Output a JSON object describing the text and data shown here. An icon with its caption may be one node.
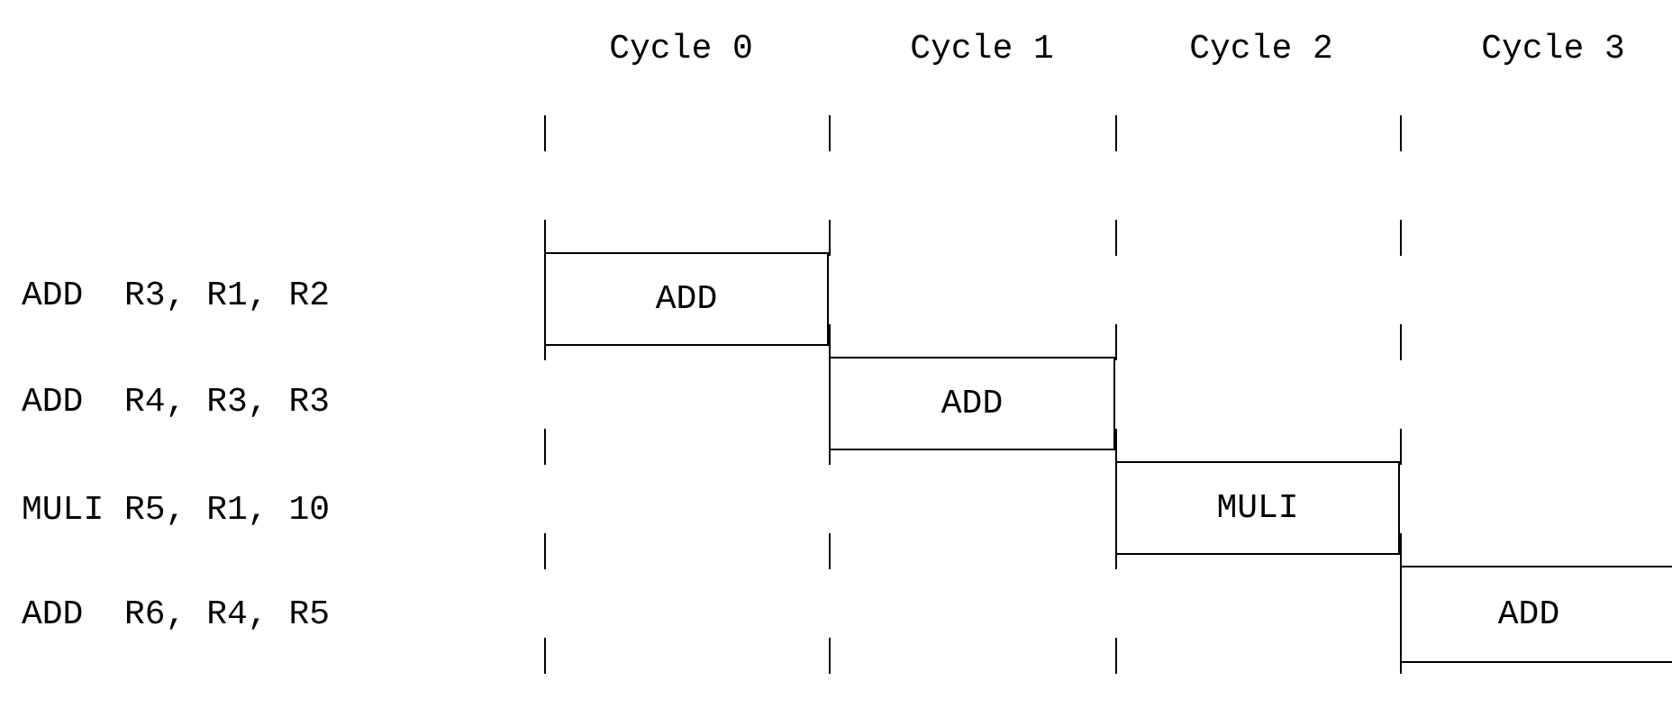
{
  "diagram": {
    "nodes": [
      {
        "text": [
          "ADD"
        ]
      },
      {
        "text": [
          "ADD"
        ]
      },
      {
        "text": [
          "MULI"
        ]
      },
      {
        "text": [
          "ADD"
        ]
      }
    ],
    "labels": [
      "Cycle 0",
      "Cycle 1",
      "Cycle 2",
      "Cycle 3",
      "ADD  R3, R1, R2",
      "ADD  R4, R3, R3",
      "MULI R5, R1, 10",
      "ADD  R6, R4, R5"
    ]
  }
}
